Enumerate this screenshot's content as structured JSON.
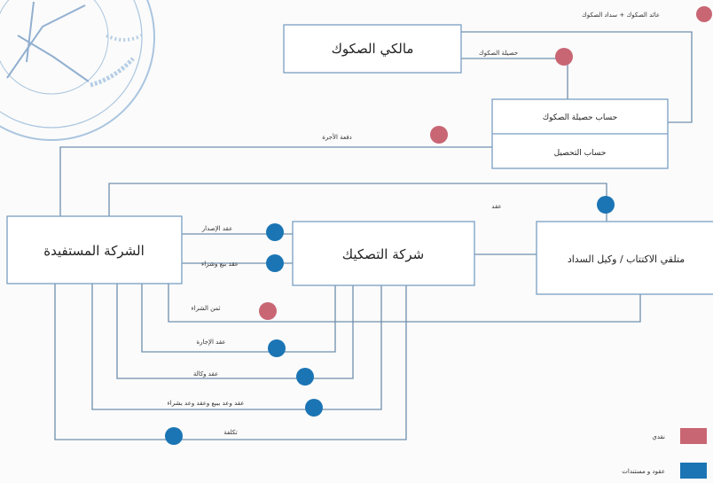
{
  "colors": {
    "blue": "#1b75b4",
    "red": "#c96674",
    "line": "#6f8fad",
    "box_border": "#7a9fc2",
    "seal": "#8fb4d6"
  },
  "boxes": {
    "owners": "مالكي الصكوك",
    "custody_top": "حساب حصيلة الصكوك",
    "custody_bottom": "حساب التحصيل",
    "beneficiary": "الشركة المستفيدة",
    "issuer": "شركة التصكيك",
    "receiver": "متلقي الاكتتاب / وكيل السداد"
  },
  "flows": {
    "f_top_right": "عائد الصكوك + سداد الصكوك",
    "f_owners_proceeds": "حصيلة الصكوك",
    "f_lease_payments": "دفعة الأجرة",
    "f_receiver_top": "عقد",
    "f1": "عقد الإصدار",
    "f2": "عقد بيع وشراء",
    "f3": "ثمن الشراء",
    "f4": "عقد الإجارة",
    "f5": "عقد وكالة",
    "f6": "عقد وعد ببيع وعقد وعد بشراء",
    "f7": "تكلفة"
  },
  "legend": {
    "cash": "نقدي",
    "contracts": "عقود و مستندات"
  }
}
